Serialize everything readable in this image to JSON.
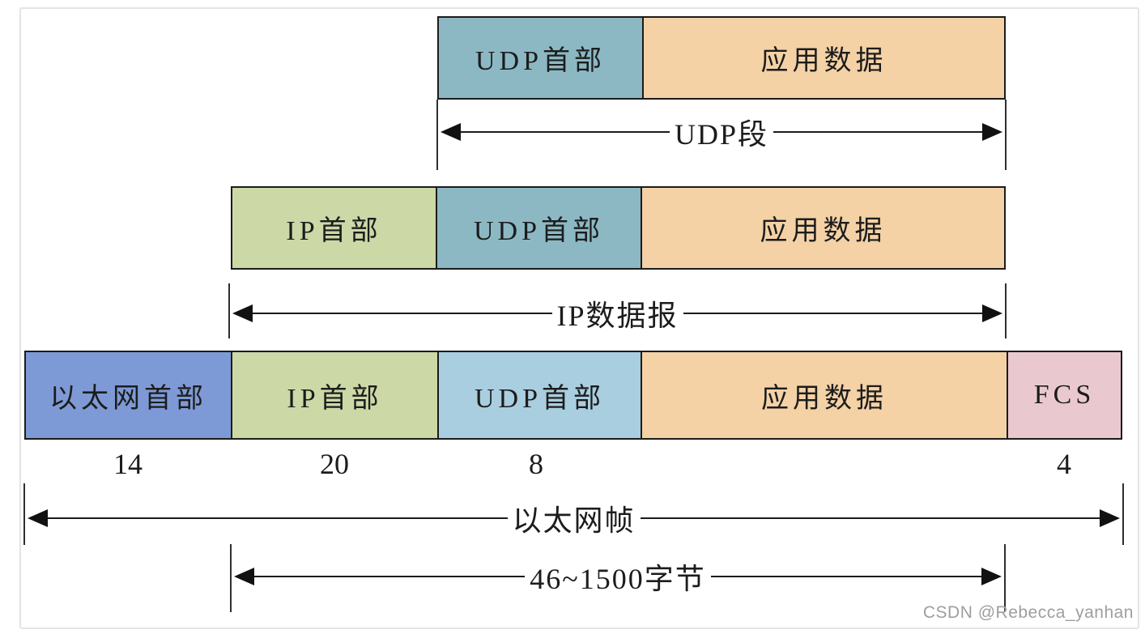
{
  "colors": {
    "udp_header_teal": "#8CB8C4",
    "app_data_peach": "#F4D2A6",
    "ip_header_green": "#CCD8A6",
    "ethernet_header_blue": "#7E9AD6",
    "udp_header_light_blue": "#A9CEDF",
    "fcs_pink": "#E9C9CF",
    "box_border_black": "#1B1B1B",
    "page_frame_gray": "#E4E4E4",
    "watermark_gray": "#9E9E9E"
  },
  "layers": {
    "udp": {
      "boxes": [
        {
          "label": "UDP首部"
        },
        {
          "label": "应用数据"
        }
      ],
      "span_label": "UDP段"
    },
    "ip": {
      "boxes": [
        {
          "label": "IP首部"
        },
        {
          "label": "UDP首部"
        },
        {
          "label": "应用数据"
        }
      ],
      "span_label": "IP数据报"
    },
    "ethernet": {
      "boxes": [
        {
          "label": "以太网首部"
        },
        {
          "label": "IP首部"
        },
        {
          "label": "UDP首部"
        },
        {
          "label": "应用数据"
        },
        {
          "label": "FCS"
        }
      ],
      "byte_sizes": [
        "14",
        "20",
        "8",
        "4"
      ],
      "span_label": "以太网帧",
      "payload_span_label": "46~1500字节"
    }
  },
  "watermark": "CSDN @Rebecca_yanhan"
}
